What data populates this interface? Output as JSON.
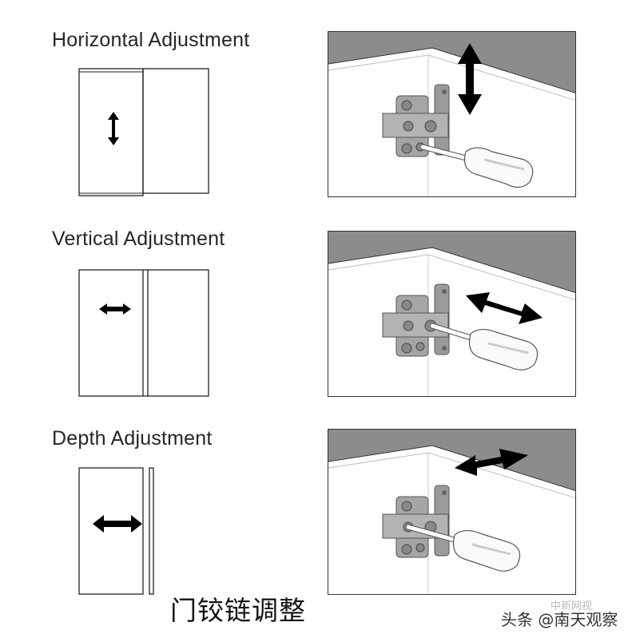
{
  "sections": [
    {
      "id": "horizontal",
      "title": "Horizontal Adjustment",
      "schematic_arrow": "vertical-double-arrow",
      "illustration_arrow": "vertical-double-arrow"
    },
    {
      "id": "vertical",
      "title": "Vertical Adjustment",
      "schematic_arrow": "horizontal-double-arrow",
      "illustration_arrow": "diagonal-double-arrow"
    },
    {
      "id": "depth",
      "title": "Depth Adjustment",
      "schematic_arrow": "horizontal-double-arrow",
      "illustration_arrow": "diagonal-double-arrow-top"
    }
  ],
  "caption": "门铰链调整",
  "watermark": {
    "text": "头条 @南天观察",
    "ghost_text": "中新网视"
  },
  "colors": {
    "background": "#ffffff",
    "line": "#222222",
    "cabinet_top": "#8c8c8c",
    "hinge": "#9a9a9a",
    "arrow": "#000000"
  }
}
